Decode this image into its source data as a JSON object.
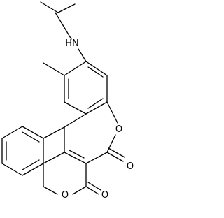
{
  "structure": {
    "atom_labels": {
      "amine": "HN",
      "ring_o_upper": "O",
      "carbonyl_o_upper": "O",
      "ring_o_lower": "O",
      "carbonyl_o_lower": "O"
    },
    "colors": {
      "bond": "#000000",
      "background": "#ffffff"
    }
  }
}
